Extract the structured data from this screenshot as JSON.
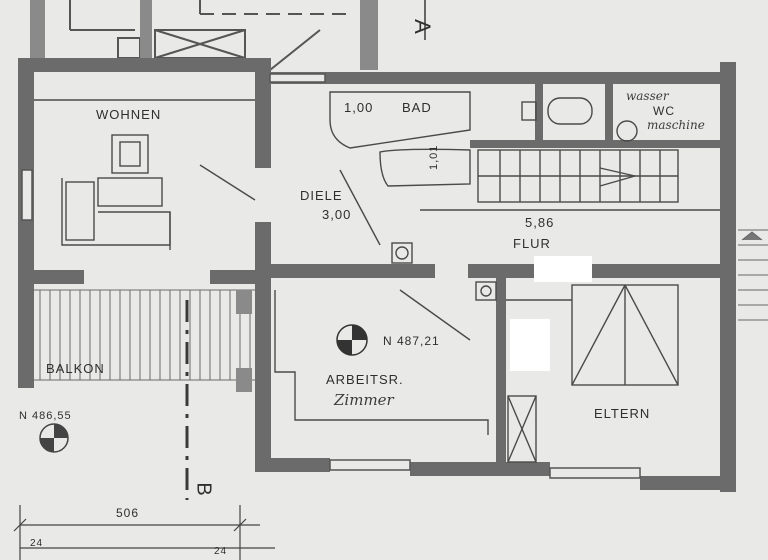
{
  "rooms": {
    "wohnen": "WOHNEN",
    "bad": "BAD",
    "bad_width": "1,00",
    "bad_height": "1,01",
    "wc": "WC",
    "wasser": "wasser",
    "maschine": "maschine",
    "diele": "DIELE",
    "diele_size": "3,00",
    "flur_size": "5,86",
    "flur": "FLUR",
    "balkon": "BALKON",
    "arbeitsr": "ARBEITSR.",
    "zimmer": "Zimmer",
    "eltern": "ELTERN"
  },
  "levels": {
    "inner": "N 487,21",
    "balkon": "N 486,55"
  },
  "section_marks": {
    "a": "A",
    "b": "B"
  },
  "dimensions": {
    "bottom": "506",
    "left_small": "24",
    "right_small": "24"
  },
  "colors": {
    "paper": "#e9e9e7",
    "wall": "#6b6b6b",
    "line": "#4a4a4a"
  }
}
